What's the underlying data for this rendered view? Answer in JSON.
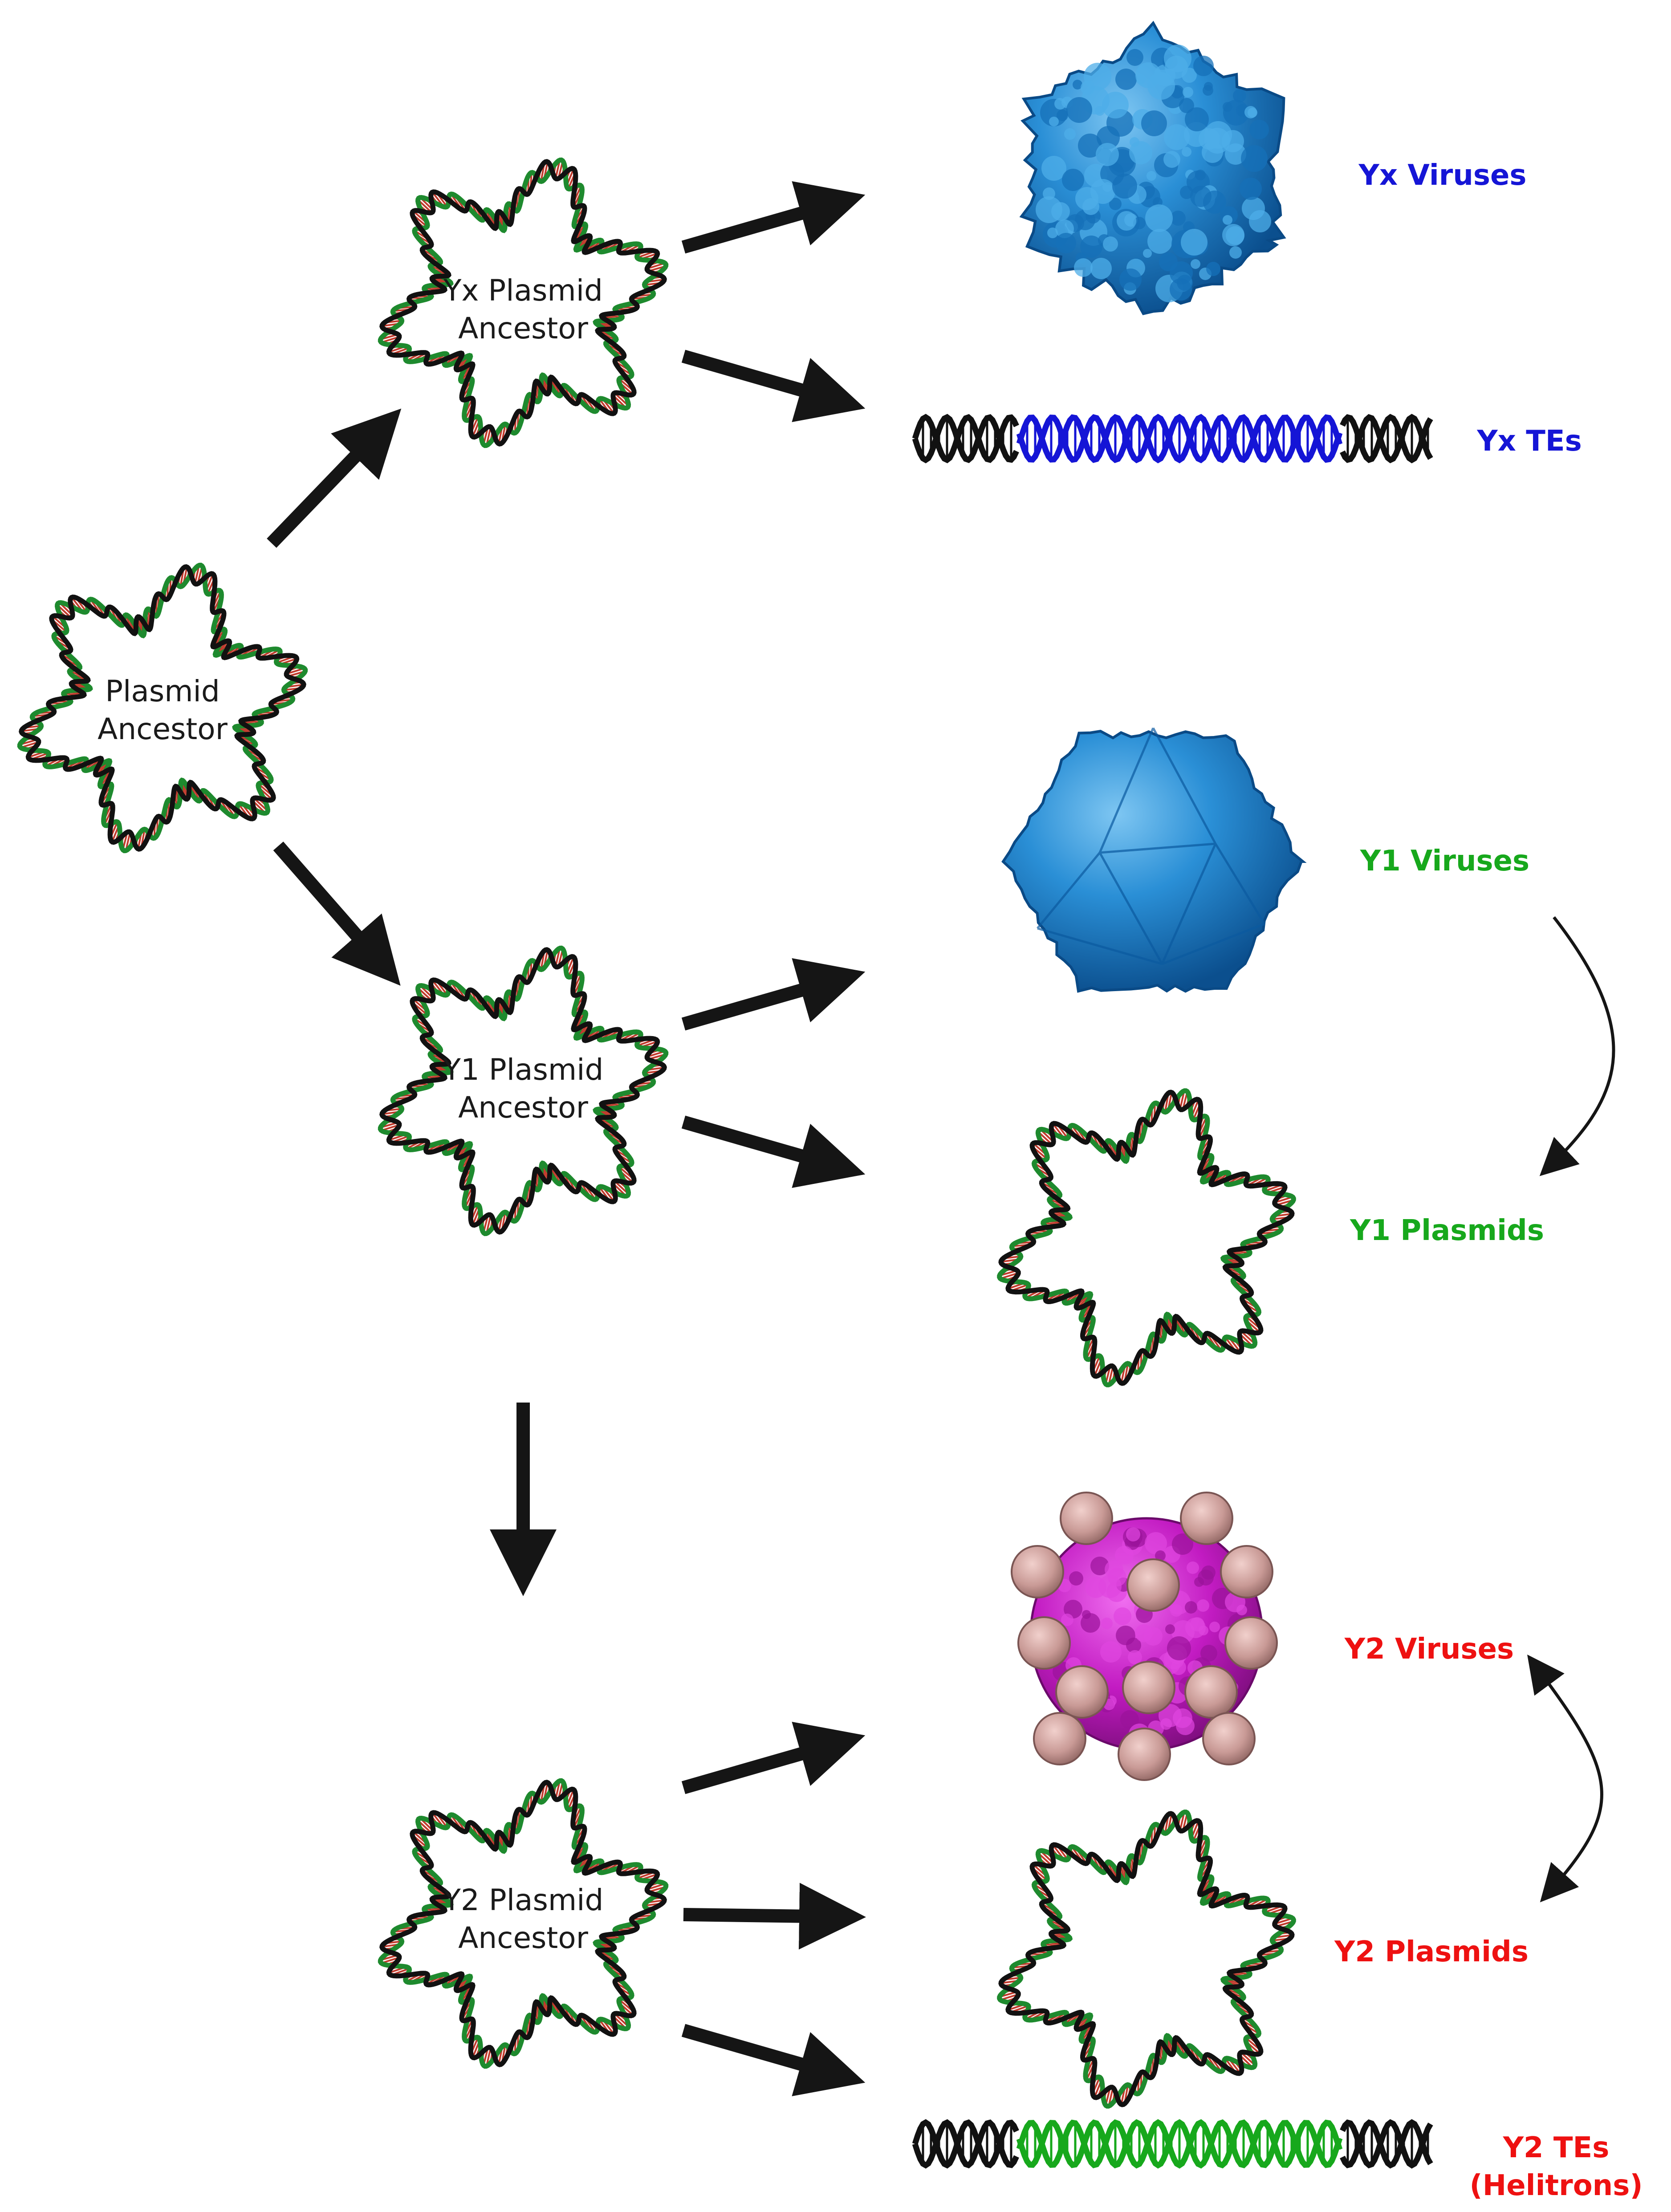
{
  "ancestors": {
    "root": {
      "line1": "Plasmid",
      "line2": "Ancestor"
    },
    "yx": {
      "line1": "Yx Plasmid",
      "line2": "Ancestor"
    },
    "y1": {
      "line1": "Y1 Plasmid",
      "line2": "Ancestor"
    },
    "y2": {
      "line1": "Y2 Plasmid",
      "line2": "Ancestor"
    }
  },
  "outcomes": {
    "yx_viruses": {
      "label": "Yx Viruses",
      "color": "#1515d6"
    },
    "yx_tes": {
      "label": "Yx TEs",
      "color": "#1515d6"
    },
    "y1_viruses": {
      "label": "Y1 Viruses",
      "color": "#17a81c"
    },
    "y1_plasmids": {
      "label": "Y1 Plasmids",
      "color": "#17a81c"
    },
    "y2_viruses": {
      "label": "Y2 Viruses",
      "color": "#ee1111"
    },
    "y2_plasmids": {
      "label": "Y2 Plasmids",
      "color": "#ee1111"
    },
    "y2_tes": {
      "label": "Y2 TEs",
      "label2": "(Helitrons)",
      "color": "#ee1111"
    }
  },
  "colors": {
    "dna_green": "#1e8a2e",
    "dna_black": "#111111",
    "dna_rungs": "#c0392b",
    "capsid_blue": "#1e88d0",
    "capsid_magenta": "#c21bc2",
    "capsid_pink": "#d4a0a0",
    "te_blue": "#1515d6",
    "te_green": "#17a81c"
  }
}
